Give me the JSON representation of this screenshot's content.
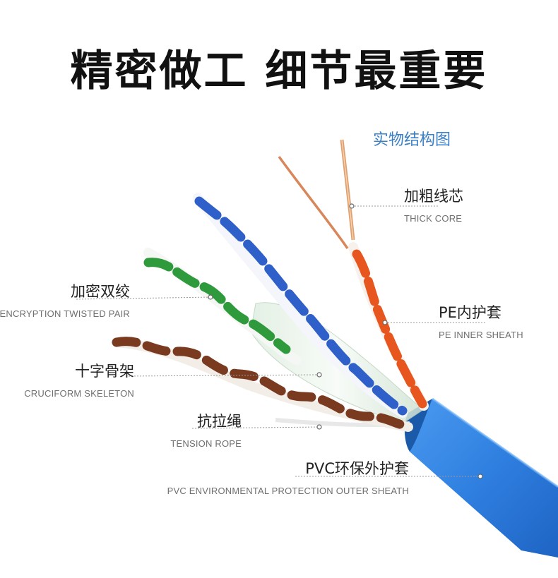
{
  "headline": "精密做工 细节最重要",
  "subtitle": "实物结构图",
  "labels": {
    "thick_core": {
      "cn": "加粗线芯",
      "en": "THICK CORE"
    },
    "pe_sheath": {
      "cn": "PE内护套",
      "en": "PE INNER SHEATH"
    },
    "twisted_pair": {
      "cn": "加密双绞",
      "en": "ENCRYPTION TWISTED PAIR"
    },
    "cruciform": {
      "cn": "十字骨架",
      "en": "CRUCIFORM SKELETON"
    },
    "tension_rope": {
      "cn": "抗拉绳",
      "en": "TENSION ROPE"
    },
    "pvc_sheath": {
      "cn": "PVC环保外护套",
      "en": "PVC ENVIRONMENTAL PROTECTION OUTER SHEATH"
    }
  },
  "colors": {
    "jacket": "#2f7fe0",
    "blue_pair": "#2f5fc8",
    "green_pair": "#2f9a3c",
    "brown_pair": "#7a3a20",
    "orange_pair": "#e8561f",
    "copper": "#d8865a",
    "subtitle": "#3b7fc4"
  }
}
